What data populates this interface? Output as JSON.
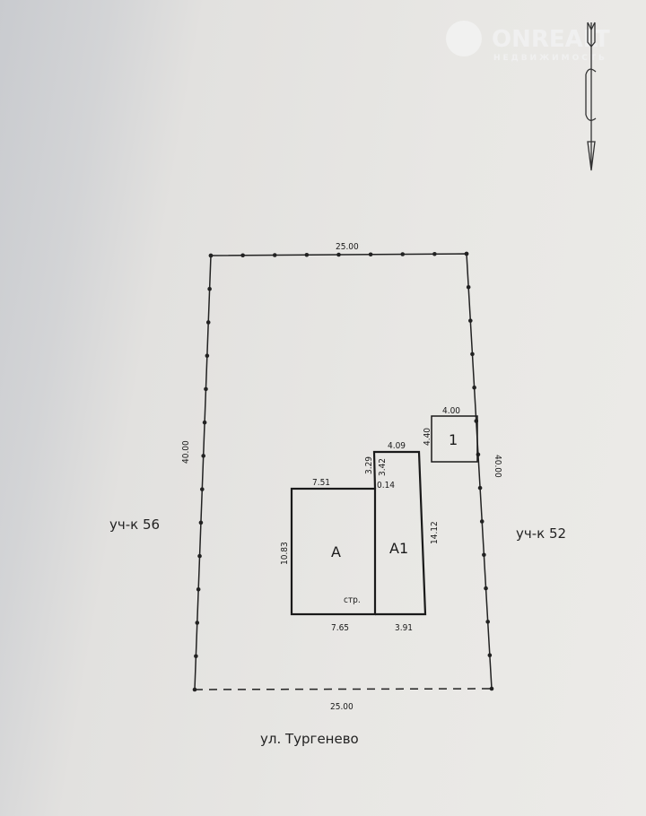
{
  "watermark": {
    "brand": "ONREALT",
    "subtitle": "НЕДВИЖИМОСТЬ"
  },
  "north_arrow": {
    "letter": "С"
  },
  "plot": {
    "top_length": "25.00",
    "bottom_length": "25.00",
    "left_length": "40.00",
    "right_length": "40.00"
  },
  "neighbors": {
    "left": "уч-к 56",
    "right": "уч-к 52"
  },
  "street": "ул. Тургенево",
  "building_a": {
    "label": "A",
    "width_top": "7.51",
    "width_bottom": "7.65",
    "height": "10.83",
    "note": "стр."
  },
  "building_a1": {
    "label": "A1",
    "width_top": "4.09",
    "width_bottom": "3.91",
    "height": "14.12",
    "offset_1": "3.29",
    "offset_2": "3.42",
    "offset_3": "0.14"
  },
  "outbuilding": {
    "label": "1",
    "width": "4.00",
    "height": "4.40"
  }
}
